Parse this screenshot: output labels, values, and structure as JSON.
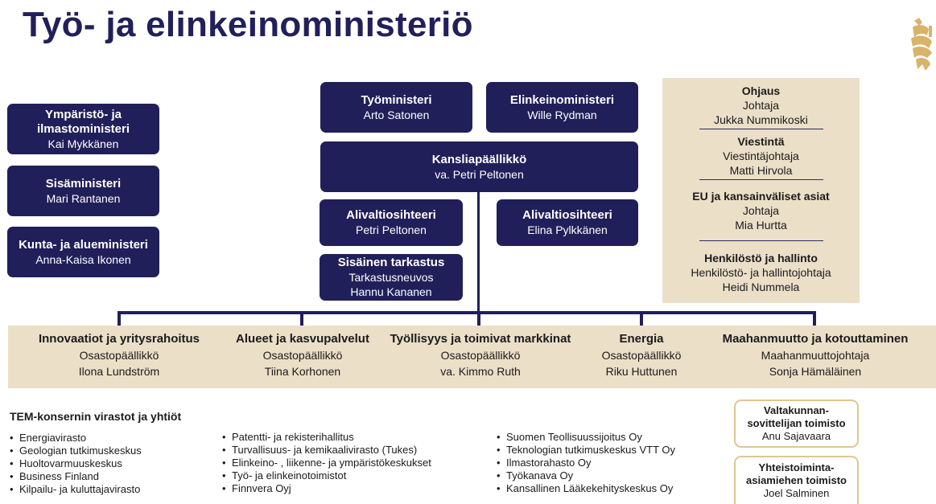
{
  "title": "Työ- ja elinkeinoministeriö",
  "crest_icon": "coat-of-arms-lion",
  "colors": {
    "navy": "#211f5a",
    "beige": "#ebdfc8",
    "gold": "#e2c590"
  },
  "ministers_left": [
    {
      "title": "Ympäristö- ja ilmastoministeri",
      "name": "Kai Mykkänen"
    },
    {
      "title": "Sisäministeri",
      "name": "Mari Rantanen"
    },
    {
      "title": "Kunta- ja alueministeri",
      "name": "Anna-Kaisa Ikonen"
    }
  ],
  "ministers_top": [
    {
      "title": "Työministeri",
      "name": "Arto Satonen"
    },
    {
      "title": "Elinkeinoministeri",
      "name": "Wille Rydman"
    }
  ],
  "chancellor": {
    "title": "Kansliapäällikkö",
    "name": "va. Petri Peltonen"
  },
  "undersecretaries": [
    {
      "title": "Alivaltiosihteeri",
      "name": "Petri Peltonen"
    },
    {
      "title": "Alivaltiosihteeri",
      "name": "Elina Pylkkänen"
    }
  ],
  "audit": {
    "title": "Sisäinen tarkastus",
    "role": "Tarkastusneuvos",
    "name": "Hannu Kananen"
  },
  "staff_units": [
    {
      "title": "Ohjaus",
      "role": "Johtaja",
      "name": "Jukka Nummikoski"
    },
    {
      "title": "Viestintä",
      "role": "Viestintäjohtaja",
      "name": "Matti Hirvola"
    },
    {
      "title": "EU ja kansainväliset asiat",
      "role": "Johtaja",
      "name": "Mia Hurtta"
    },
    {
      "title": "Henkilöstö ja hallinto",
      "role": "Henkilöstö- ja hallintojohtaja",
      "name": "Heidi Nummela"
    }
  ],
  "departments": [
    {
      "title": "Innovaatiot ja yritysrahoitus",
      "role": "Osastopäällikkö",
      "name": "Ilona Lundström"
    },
    {
      "title": "Alueet ja kasvupalvelut",
      "role": "Osastopäällikkö",
      "name": "Tiina Korhonen"
    },
    {
      "title": "Työllisyys ja toimivat markkinat",
      "role": "Osastopäällikkö",
      "name": "va. Kimmo Ruth"
    },
    {
      "title": "Energia",
      "role": "Osastopäällikkö",
      "name": "Riku Huttunen"
    },
    {
      "title": "Maahanmuutto ja kotouttaminen",
      "role": "Maahanmuuttojohtaja",
      "name": "Sonja Hämäläinen"
    }
  ],
  "group_title": "TEM-konsernin virastot ja yhtiöt",
  "agencies_col1": [
    "Energiavirasto",
    "Geologian tutkimuskeskus",
    "Huoltovarmuuskeskus",
    "Business Finland",
    "Kilpailu- ja kuluttajavirasto"
  ],
  "agencies_col2": [
    "Patentti- ja rekisterihallitus",
    "Turvallisuus- ja kemikaalivirasto (Tukes)",
    "Elinkeino- , liikenne- ja ympäristökeskukset",
    "Työ- ja elinkeinotoimistot",
    "Finnvera Oyj"
  ],
  "agencies_col3": [
    "Suomen Teollisuussijoitus Oy",
    "Teknologian tutkimuskeskus VTT Oy",
    "Ilmastorahasto Oy",
    "Työkanava Oy",
    "Kansallinen Lääkekehityskeskus Oy"
  ],
  "offices": [
    {
      "title_line1": "Valtakunnan-",
      "title_line2": "sovittelijan toimisto",
      "name": "Anu Sajavaara"
    },
    {
      "title_line1": "Yhteistoiminta-",
      "title_line2": "asiamiehen toimisto",
      "name": "Joel Salminen"
    }
  ]
}
